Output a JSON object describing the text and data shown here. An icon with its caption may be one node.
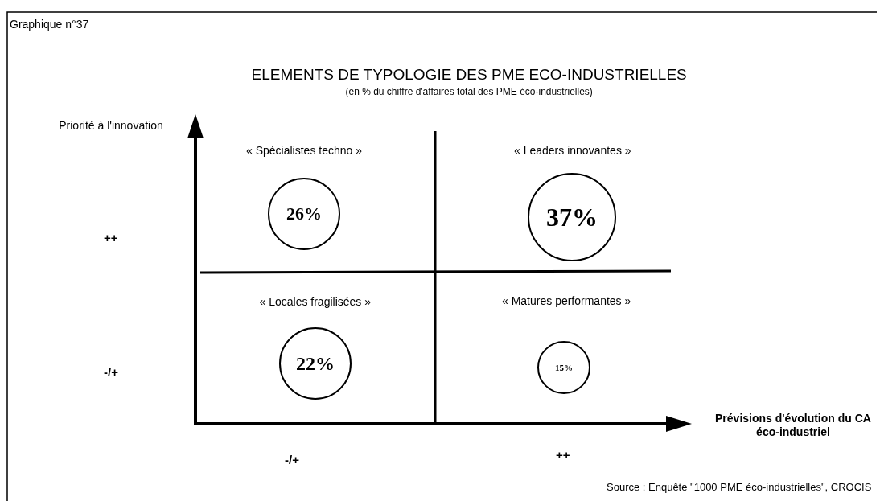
{
  "diagram": {
    "title": "ELEMENTS DE TYPOLOGIE DES PME ECO-INDUSTRIELLES",
    "caption": "(en % du chiffre d'affaires total des PME éco-industrielles)",
    "nodes": [
      {
        "text": [
          "26%"
        ]
      },
      {
        "text": [
          "37%"
        ]
      },
      {
        "text": [
          "22%"
        ]
      },
      {
        "text": [
          "15%"
        ]
      }
    ],
    "labels": [
      "Graphique n°37",
      "Priorité à l'innovation",
      "« Spécialistes techno »",
      "« Leaders innovantes »",
      "++",
      "« Locales fragilisées »",
      "« Matures performantes »",
      "-/+",
      "Prévisions d'évolution du CA éco-industriel",
      "-/+",
      "++",
      "Source : Enquête \"1000 PME éco-industrielles\", CROCIS"
    ]
  }
}
